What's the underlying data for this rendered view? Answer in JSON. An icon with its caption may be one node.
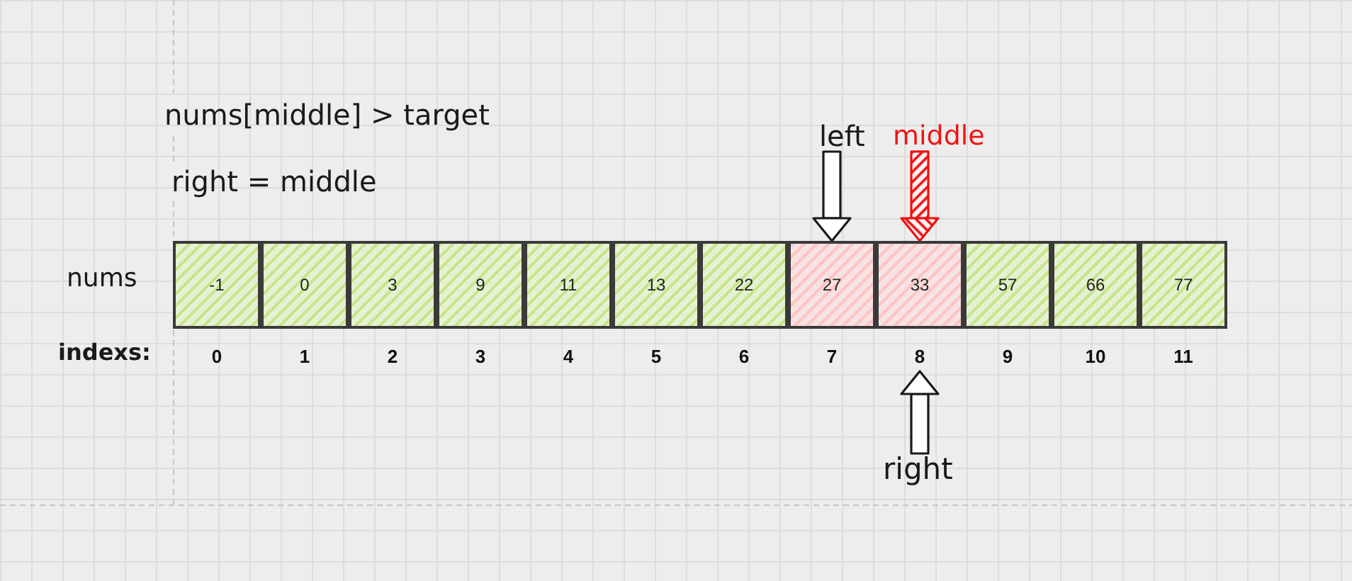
{
  "diagram": {
    "nodes": [
      {
        "text": [
          "left"
        ]
      },
      {
        "text": [
          "middle"
        ]
      },
      {
        "text": [
          "-1"
        ],
        "beside": [
          "0"
        ]
      },
      {
        "text": [
          "0"
        ],
        "beside": [
          "1"
        ]
      },
      {
        "text": [
          "3"
        ],
        "beside": [
          "2"
        ]
      },
      {
        "text": [
          "9"
        ],
        "beside": [
          "3"
        ]
      },
      {
        "text": [
          "11"
        ],
        "beside": [
          "4"
        ]
      },
      {
        "text": [
          "13"
        ],
        "beside": [
          "5"
        ]
      },
      {
        "text": [
          "22"
        ],
        "beside": [
          "6"
        ]
      },
      {
        "text": [
          "27"
        ],
        "beside": [
          "7"
        ]
      },
      {
        "text": [
          "33"
        ],
        "beside": [
          "8"
        ]
      },
      {
        "text": [
          "57"
        ],
        "beside": [
          "9"
        ]
      },
      {
        "text": [
          "66"
        ],
        "beside": [
          "10"
        ]
      },
      {
        "text": [
          "77"
        ],
        "beside": [
          "11"
        ]
      },
      {
        "text": [
          "right"
        ]
      }
    ],
    "edges": [
      {
        "from": 0,
        "to": 9,
        "arrow": "to"
      },
      {
        "from": 1,
        "to": 10,
        "arrow": "to",
        "color": "#ee1111"
      },
      {
        "from": 14,
        "to": 10,
        "arrow": "to"
      }
    ],
    "labels": [
      "nums[middle] > target",
      "right = middle",
      "nums",
      "indexs:"
    ]
  }
}
